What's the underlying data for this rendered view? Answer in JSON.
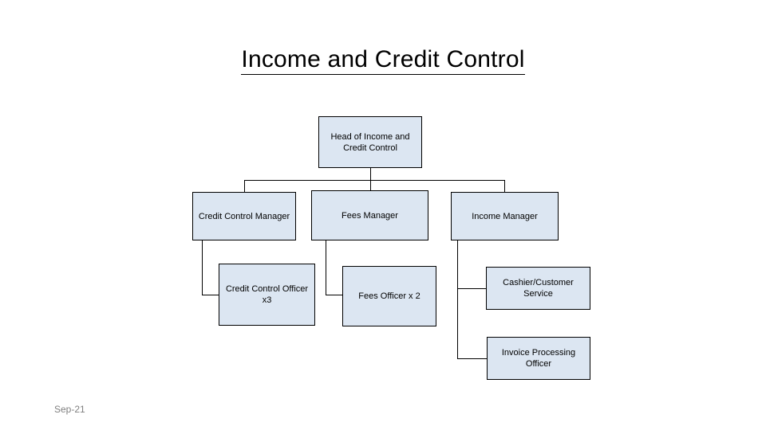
{
  "page": {
    "title": "Income and Credit Control",
    "footer_date": "Sep-21",
    "node_fill_color": "#dce6f2",
    "node_border_color": "#000000",
    "title_color": "#000000",
    "footer_color": "#808080"
  },
  "chart_data": {
    "type": "diagram",
    "title": "Income and Credit Control",
    "nodes": [
      {
        "id": "head",
        "label": "Head of Income and Credit Control",
        "level": 0
      },
      {
        "id": "ccm",
        "label": "Credit Control Manager",
        "level": 1,
        "parent": "head"
      },
      {
        "id": "fm",
        "label": "Fees Manager",
        "level": 1,
        "parent": "head"
      },
      {
        "id": "im",
        "label": "Income Manager",
        "level": 1,
        "parent": "head"
      },
      {
        "id": "cco",
        "label": "Credit Control Officer x3",
        "level": 2,
        "parent": "ccm"
      },
      {
        "id": "fo",
        "label": "Fees Officer x 2",
        "level": 2,
        "parent": "fm"
      },
      {
        "id": "ccs",
        "label": "Cashier/Customer Service",
        "level": 2,
        "parent": "im"
      },
      {
        "id": "ipo",
        "label": "Invoice Processing Officer",
        "level": 2,
        "parent": "im"
      }
    ]
  }
}
